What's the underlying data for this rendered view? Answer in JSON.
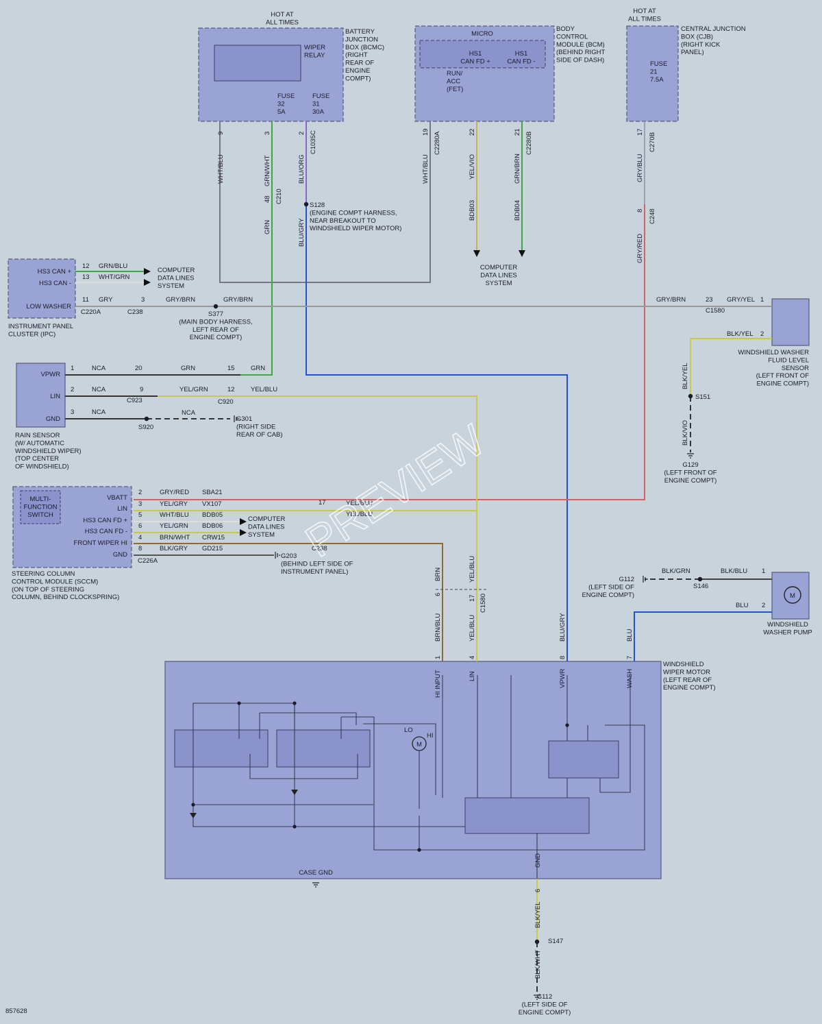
{
  "diagram_id": "857628",
  "watermark": "PREVIEW",
  "colors": {
    "background": "#c9d3dc",
    "component_fill": "#9aa4d4",
    "wire_grn": "#3aa83a",
    "wire_blu": "#2255cc",
    "wire_yel": "#c8c84a",
    "wire_red": "#cc6666",
    "wire_gry": "#9a9a9a",
    "wire_blk": "#333333",
    "wire_vio": "#8866cc",
    "wire_brn": "#8a6a3a",
    "wire_wht": "#dddddd"
  },
  "bcmc": {
    "hot": "HOT AT\nALL TIMES",
    "title": "BATTERY\nJUNCTION\nBOX (BCMC)\n(RIGHT\nREAR OF\nENGINE\nCOMPT)",
    "relay": "WIPER\nRELAY",
    "fuse1": "FUSE\n32\n5A",
    "fuse2": "FUSE\n31\n30A",
    "pins": [
      "9",
      "3",
      "2"
    ],
    "conn": "C1035C",
    "wires": [
      "WHT/BLU",
      "GRN/WHT",
      "BLU/ORG"
    ]
  },
  "bcm": {
    "micro": "MICRO",
    "title": "BODY\nCONTROL\nMODULE (BCM)\n(BEHIND RIGHT\nSIDE OF DASH)",
    "hs1p": "HS1\nCAN FD +",
    "hs1m": "HS1\nCAN FD -",
    "runacc": "RUN/\nACC\n(FET)",
    "pins": [
      "19",
      "22",
      "21"
    ],
    "conns": [
      "C2280A",
      "C2280B"
    ],
    "wires": [
      "WHT/BLU",
      "YEL/VIO",
      "GRN/BRN"
    ],
    "circuits": [
      "BDB03",
      "BDB04"
    ],
    "cds": "COMPUTER\nDATA LINES\nSYSTEM"
  },
  "cjb": {
    "hot": "HOT AT\nALL TIMES",
    "title": "CENTRAL JUNCTION\nBOX (CJB)\n(RIGHT KICK\nPANEL)",
    "fuse": "FUSE\n21\n7.5A",
    "pin": "17",
    "conn": "C270B",
    "wire": "GRY/BLU",
    "pin2": "8",
    "conn2": "C248",
    "wire2": "GRY/RED"
  },
  "splices": {
    "c210": "C210",
    "c210_pin": "48",
    "grn": "GRN",
    "blugry": "BLU/GRY",
    "s128": "S128\n(ENGINE COMPT HARNESS,\nNEAR BREAKOUT TO\nWINDSHIELD WIPER MOTOR)",
    "s377": "S377\n(MAIN BODY HARNESS,\nLEFT REAR OF\nENGINE COMPT)"
  },
  "ipc": {
    "title": "INSTRUMENT PANEL\nCLUSTER (IPC)",
    "pins": [
      {
        "label": "HS3 CAN +",
        "pin": "12",
        "wire": "GRN/BLU"
      },
      {
        "label": "HS3 CAN -",
        "pin": "13",
        "wire": "WHT/GRN"
      },
      {
        "label": "LOW WASHER",
        "pin": "11",
        "wire": "GRY"
      }
    ],
    "cds": "COMPUTER\nDATA LINES\nSYSTEM",
    "conn": "C220A",
    "c238": "C238",
    "c238pin": "3",
    "w2": "GRY/BRN",
    "w3": "GRY/BRN"
  },
  "washer_sensor": {
    "title": "WINDSHIELD WASHER\nFLUID LEVEL\nSENSOR\n(LEFT FRONT OF\nENGINE COMPT)",
    "in": "GRY/BRN",
    "pin23": "23",
    "conn": "C1580",
    "w1": "GRY/YEL",
    "p1": "1",
    "w2": "BLK/YEL",
    "p2": "2",
    "w3": "BLK/YEL",
    "s151": "S151",
    "w4": "BLK/VIO",
    "g129": "G129\n(LEFT FRONT OF\nENGINE COMPT)"
  },
  "rain": {
    "title": "RAIN SENSOR\n(W/ AUTOMATIC\nWINDSHIELD WIPER)\n(TOP CENTER\nOF WINDSHIELD)",
    "pins": [
      {
        "label": "VPWR",
        "pin": "1",
        "wire": "NCA"
      },
      {
        "label": "LIN",
        "pin": "2",
        "wire": "NCA"
      },
      {
        "label": "GND",
        "pin": "3",
        "wire": "NCA"
      }
    ],
    "c923pins": [
      "20",
      "9"
    ],
    "c923": "C923",
    "mid": [
      "GRN",
      "YEL/GRN"
    ],
    "c920pins": [
      "15",
      "12"
    ],
    "c920": "C920",
    "out": [
      "GRN",
      "YEL/BLU"
    ],
    "s920": "S920",
    "nca": "NCA",
    "g301": "G301\n(RIGHT SIDE\nREAR OF CAB)"
  },
  "sccm": {
    "mfs": "MULTI-\nFUNCTION\nSWITCH",
    "title": "STEERING COLUMN\nCONTROL MODULE (SCCM)\n(ON TOP OF STEERING\nCOLUMN, BEHIND CLOCKSPRING)",
    "conn": "C226A",
    "pins": [
      {
        "label": "VBATT",
        "pin": "2",
        "wire": "GRY/RED",
        "circ": "SBA21"
      },
      {
        "label": "LIN",
        "pin": "3",
        "wire": "YEL/GRY",
        "circ": "VX107"
      },
      {
        "label": "HS3 CAN FD +",
        "pin": "5",
        "wire": "WHT/BLU",
        "circ": "BDB05"
      },
      {
        "label": "HS3 CAN FD -",
        "pin": "6",
        "wire": "YEL/GRN",
        "circ": "BDB06"
      },
      {
        "label": "FRONT WIPER HI",
        "pin": "4",
        "wire": "BRN/WHT",
        "circ": "CRW15"
      },
      {
        "label": "GND",
        "pin": "8",
        "wire": "BLK/GRY",
        "circ": "GD215"
      }
    ],
    "cds": "COMPUTER\nDATA LINES\nSYSTEM",
    "g203": "G203\n(BEHIND LEFT SIDE OF\nINSTRUMENT PANEL)",
    "p17": "17",
    "yb1": "YEL/BLU",
    "yb2": "YEL/BLU",
    "c238": "C238"
  },
  "pump": {
    "title": "WINDSHIELD\nWASHER PUMP",
    "w1": "BLK/BLU",
    "p1": "1",
    "w2": "BLU",
    "p2": "2",
    "g112": "G112\n(LEFT SIDE OF\nENGINE COMPT)",
    "blkgrn": "BLK/GRN",
    "s146": "S146",
    "m": "M"
  },
  "motor": {
    "title": "WINDSHIELD\nWIPER MOTOR\n(LEFT REAR OF\nENGINE COMPT)",
    "c1580": "C1580",
    "upper": [
      {
        "pin": "6",
        "wire": "BRN"
      },
      {
        "pin": "17",
        "wire": "YEL/BLU"
      }
    ],
    "pins": [
      {
        "pin": "1",
        "wire": "BRN/BLU",
        "label": "HI INPUT"
      },
      {
        "pin": "4",
        "wire": "YEL/BLU",
        "label": "LIN"
      },
      {
        "pin": "8",
        "wire": "BLU/GRY",
        "label": "VPWR"
      },
      {
        "pin": "7",
        "wire": "BLU",
        "label": "WASH"
      }
    ],
    "case": "CASE GND",
    "gnd": "GND",
    "lo": "LO",
    "hi": "HI",
    "m": "M",
    "gpin": "6",
    "gw1": "BLK/YEL",
    "s147": "S147",
    "gw2": "BLK/WHT",
    "g112": "G112\n(LEFT SIDE OF\nENGINE COMPT)"
  }
}
